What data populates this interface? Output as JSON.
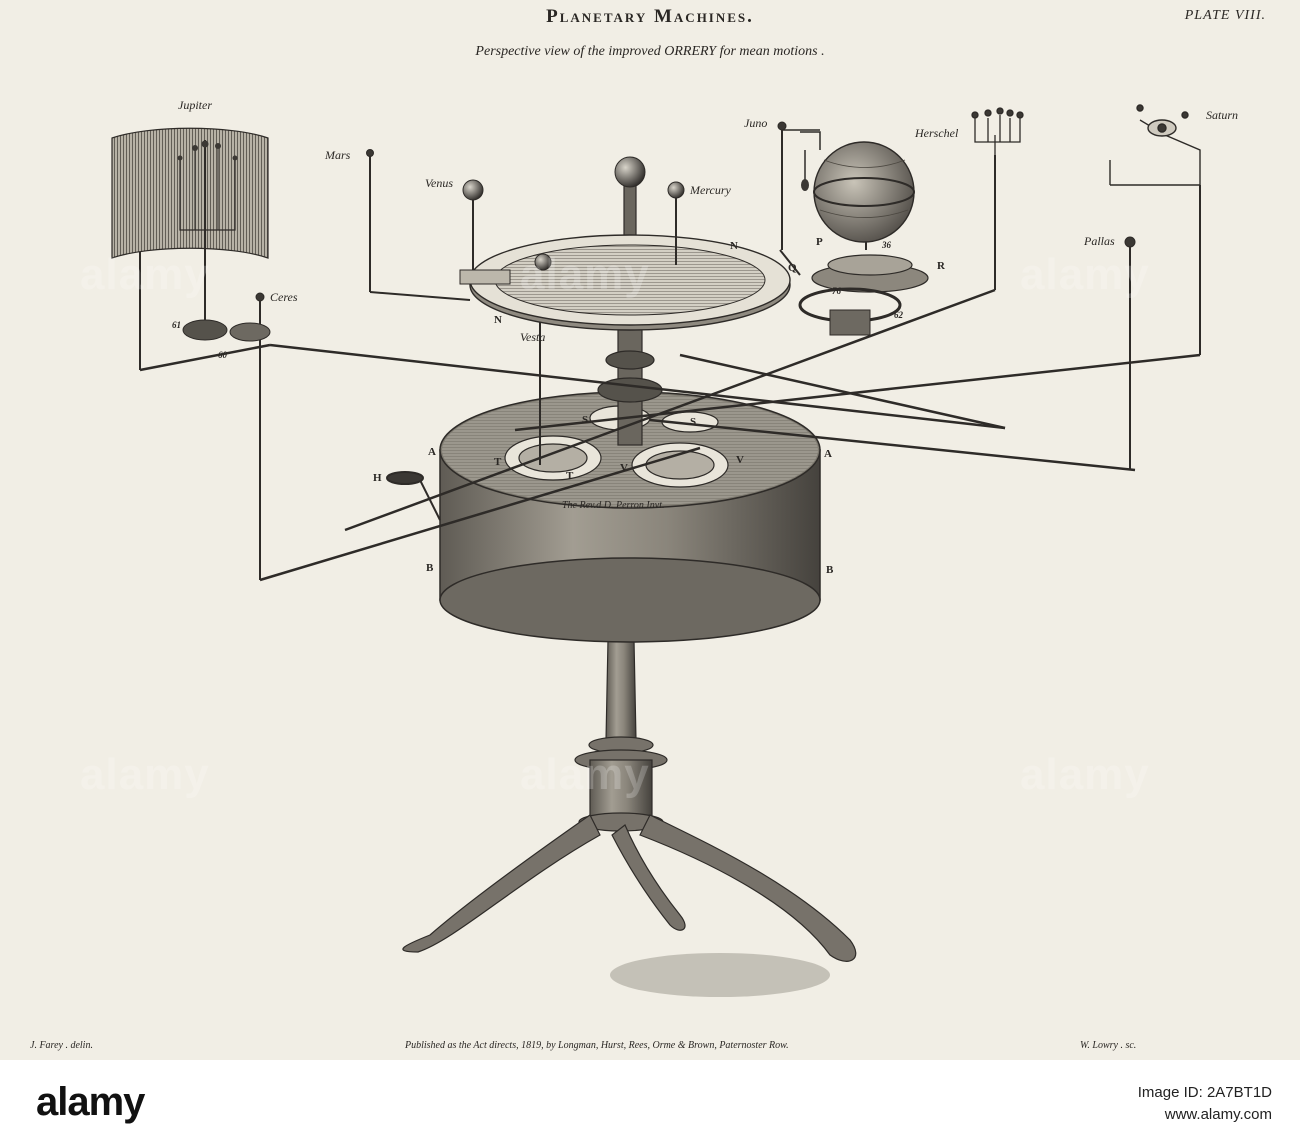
{
  "plate": {
    "title": "Planetary Machines.",
    "plate_number": "PLATE VIII.",
    "subtitle": "Perspective view of the improved ORRERY for mean motions ."
  },
  "planet_labels": {
    "jupiter": "Jupiter",
    "mars": "Mars",
    "venus": "Venus",
    "mercury": "Mercury",
    "juno": "Juno",
    "herschel": "Herschel",
    "saturn": "Saturn",
    "pallas": "Pallas",
    "ceres": "Ceres",
    "vesta": "Vesta"
  },
  "part_letters": {
    "n_top": "N",
    "n_bottom": "N",
    "p": "P",
    "q": "Q",
    "r": "R",
    "s_left": "S",
    "s_right": "S",
    "t_left": "T",
    "t_bottom": "T",
    "v_left": "V",
    "v_right": "V",
    "a_left": "A",
    "a_right": "A",
    "h": "H",
    "b_left": "B",
    "b_right": "B"
  },
  "gear_numbers": {
    "n61": "61",
    "n60": "60",
    "n36": "36",
    "n76": "76",
    "n62": "62"
  },
  "inscription": "The Rev.d D. Perron Invt.",
  "credits": {
    "left": "J. Farey . delin.",
    "center": "Published as the Act directs, 1819, by Longman, Hurst, Rees, Orme & Brown, Paternoster Row.",
    "right": "W. Lowry . sc."
  },
  "watermark": {
    "text": "alamy"
  },
  "footer_bar": {
    "logo": "alamy",
    "image_id": "Image ID: 2A7BT1D",
    "site": "www.alamy.com"
  }
}
